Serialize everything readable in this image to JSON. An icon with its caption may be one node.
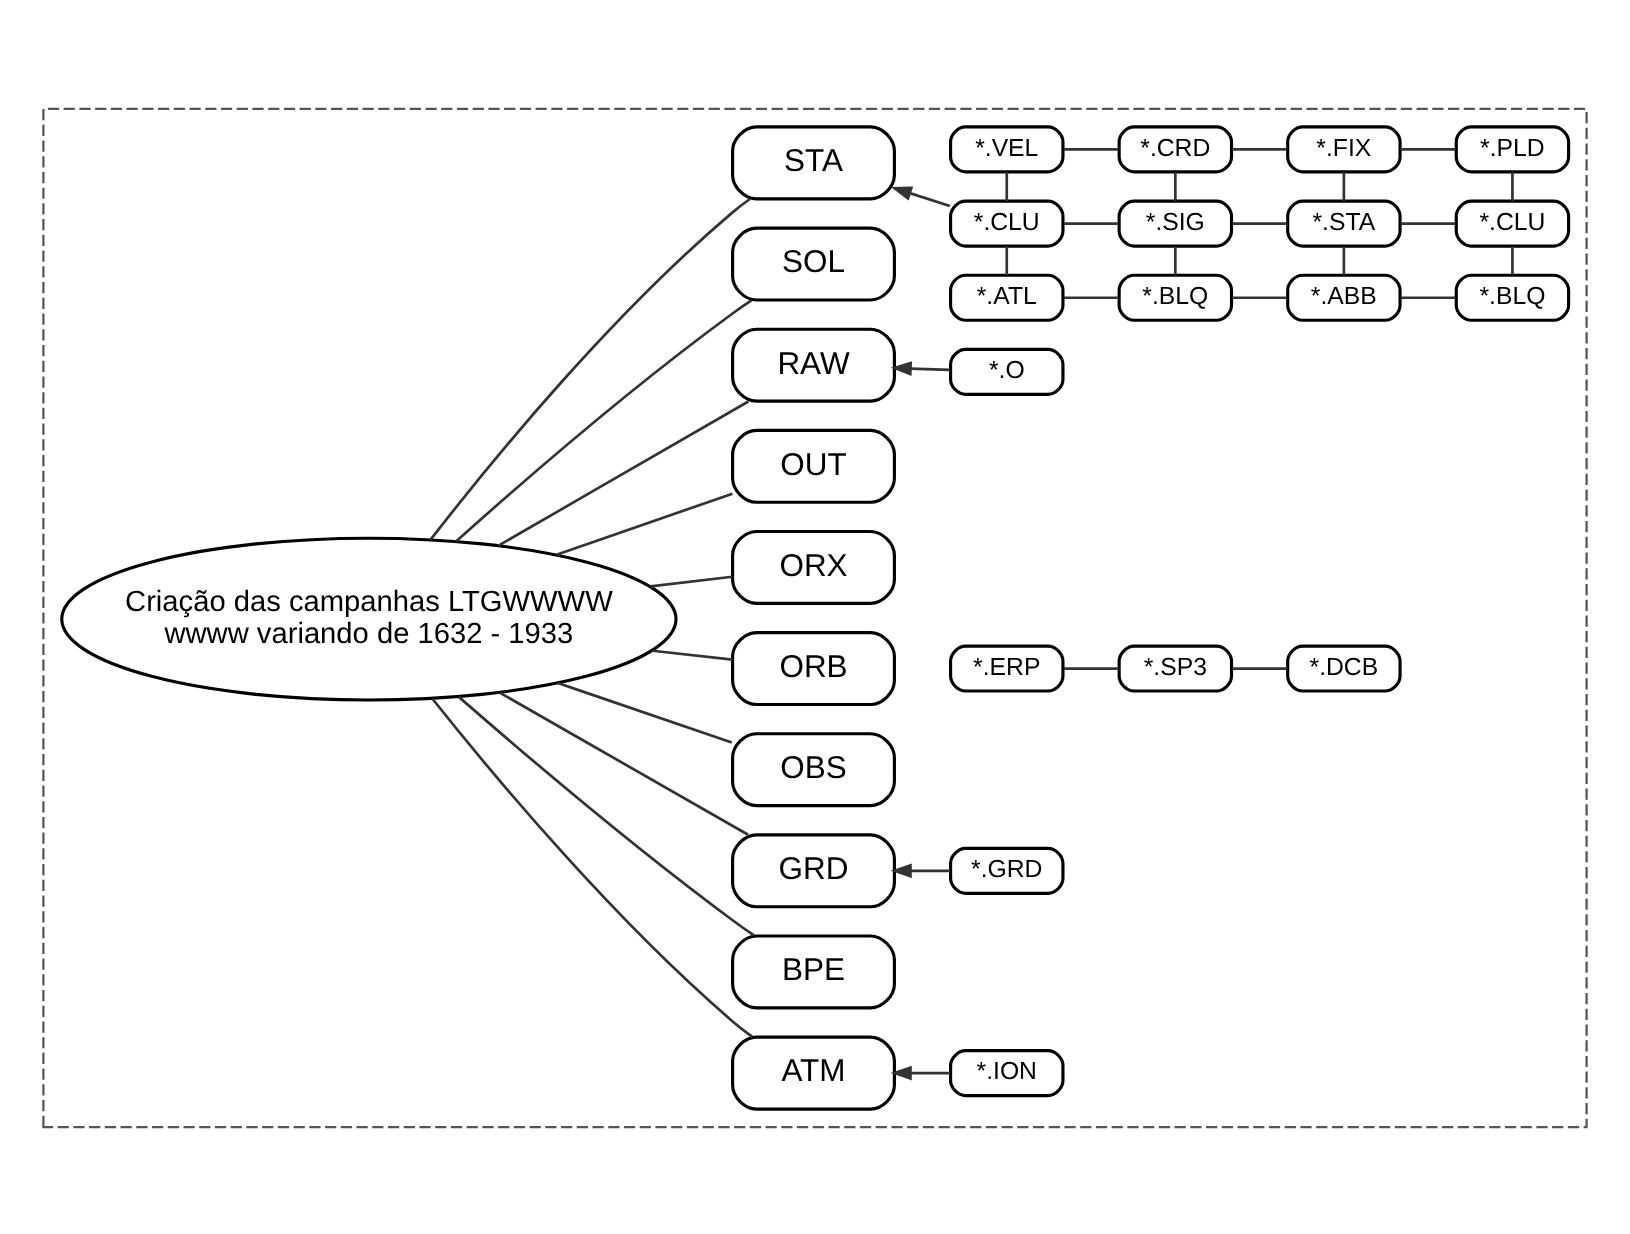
{
  "diagram": {
    "nodes": [
      {
        "text": [],
        "shape": "box"
      },
      {
        "text": [
          "Criação das campanhas LTGWWWW",
          "wwww variando de 1632 - 1933"
        ],
        "in": 0
      },
      {
        "text": [
          "ATM"
        ],
        "in": 0
      },
      {
        "text": [
          "BPE"
        ],
        "in": 0
      },
      {
        "text": [
          "GRD"
        ],
        "in": 0
      },
      {
        "text": [
          "OBS"
        ],
        "in": 0
      },
      {
        "text": [
          "ORB"
        ],
        "in": 0
      },
      {
        "text": [
          "ORX"
        ],
        "in": 0
      },
      {
        "text": [
          "OUT"
        ],
        "in": 0
      },
      {
        "text": [
          "RAW"
        ],
        "in": 0
      },
      {
        "text": [
          "SOL"
        ],
        "in": 0
      },
      {
        "text": [
          "STA"
        ],
        "in": 0
      },
      {
        "text": [
          "*.ION"
        ],
        "in": 0
      },
      {
        "text": [
          "*.GRD"
        ],
        "in": 0
      },
      {
        "text": [
          "*.ERP"
        ],
        "in": 0
      },
      {
        "text": [
          "*.SP3"
        ],
        "in": 0
      },
      {
        "text": [
          "*.DCB"
        ],
        "in": 0
      },
      {
        "text": [
          "*.O"
        ],
        "in": 0
      },
      {
        "text": [
          "*.ATL"
        ],
        "in": 0
      },
      {
        "text": [
          "*.BLQ"
        ],
        "in": 0
      },
      {
        "text": [
          "*.ABB"
        ],
        "in": 0
      },
      {
        "text": [
          "*.BLQ"
        ],
        "in": 0
      },
      {
        "text": [
          "*.CLU"
        ],
        "in": 0
      },
      {
        "text": [
          "*.SIG"
        ],
        "in": 0
      },
      {
        "text": [
          "*.STA"
        ],
        "in": 0
      },
      {
        "text": [
          "*.CLU"
        ],
        "in": 0
      },
      {
        "text": [
          "*.VEL"
        ],
        "in": 0
      },
      {
        "text": [
          "*.CRD"
        ],
        "in": 0
      },
      {
        "text": [
          "*.FIX"
        ],
        "in": 0
      },
      {
        "text": [
          "*.PLD"
        ],
        "in": 0
      }
    ],
    "edges": [
      {
        "from": 1,
        "to": 2,
        "arrow": "none"
      },
      {
        "from": 1,
        "to": 3,
        "arrow": "none"
      },
      {
        "from": 1,
        "to": 4,
        "arrow": "none"
      },
      {
        "from": 1,
        "to": 5,
        "arrow": "none"
      },
      {
        "from": 1,
        "to": 6,
        "arrow": "none"
      },
      {
        "from": 1,
        "to": 7,
        "arrow": "none"
      },
      {
        "from": 1,
        "to": 8,
        "arrow": "none"
      },
      {
        "from": 1,
        "to": 9,
        "arrow": "none"
      },
      {
        "from": 1,
        "to": 10,
        "arrow": "none"
      },
      {
        "from": 1,
        "to": 11,
        "arrow": "none"
      },
      {
        "from": 12,
        "to": 2,
        "arrow": "to"
      },
      {
        "from": 13,
        "to": 4,
        "arrow": "to"
      },
      {
        "from": 14,
        "to": 15,
        "arrow": "none"
      },
      {
        "from": 15,
        "to": 16,
        "arrow": "none"
      },
      {
        "from": 17,
        "to": 9,
        "arrow": "to"
      },
      {
        "from": 22,
        "to": 11,
        "arrow": "to"
      },
      {
        "from": 18,
        "to": 19,
        "arrow": "none"
      },
      {
        "from": 19,
        "to": 20,
        "arrow": "none"
      },
      {
        "from": 20,
        "to": 21,
        "arrow": "none"
      },
      {
        "from": 22,
        "to": 23,
        "arrow": "none"
      },
      {
        "from": 23,
        "to": 24,
        "arrow": "none"
      },
      {
        "from": 24,
        "to": 25,
        "arrow": "none"
      },
      {
        "from": 26,
        "to": 27,
        "arrow": "none"
      },
      {
        "from": 27,
        "to": 28,
        "arrow": "none"
      },
      {
        "from": 28,
        "to": 29,
        "arrow": "none"
      },
      {
        "from": 18,
        "to": 22,
        "arrow": "none"
      },
      {
        "from": 22,
        "to": 26,
        "arrow": "none"
      },
      {
        "from": 19,
        "to": 23,
        "arrow": "none"
      },
      {
        "from": 23,
        "to": 27,
        "arrow": "none"
      },
      {
        "from": 20,
        "to": 24,
        "arrow": "none"
      },
      {
        "from": 24,
        "to": 28,
        "arrow": "none"
      },
      {
        "from": 21,
        "to": 25,
        "arrow": "none"
      },
      {
        "from": 25,
        "to": 29,
        "arrow": "none"
      }
    ]
  }
}
